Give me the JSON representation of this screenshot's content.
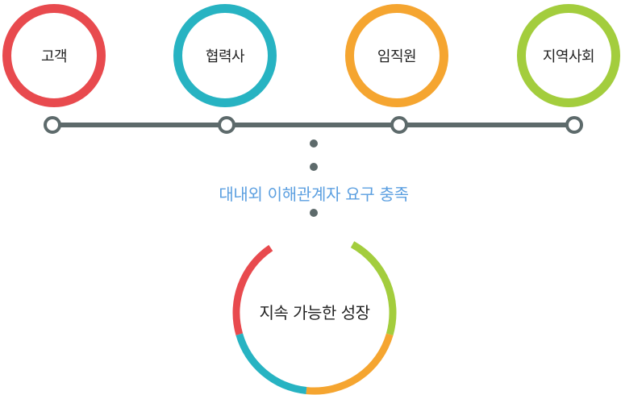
{
  "stakeholders": [
    {
      "label": "고객",
      "color": "#e84a4e"
    },
    {
      "label": "협력사",
      "color": "#27b3c2"
    },
    {
      "label": "임직원",
      "color": "#f5a530"
    },
    {
      "label": "지역사회",
      "color": "#a3cd3d"
    }
  ],
  "timeline_color": "#5d6a6b",
  "needs_text": "대내외 이해관계자 요구 충족",
  "needs_text_color": "#5b9fe0",
  "goal": {
    "label": "지속 가능한 성장",
    "ring_colors": [
      "#e84a4e",
      "#27b3c2",
      "#f5a530",
      "#a3cd3d"
    ]
  }
}
